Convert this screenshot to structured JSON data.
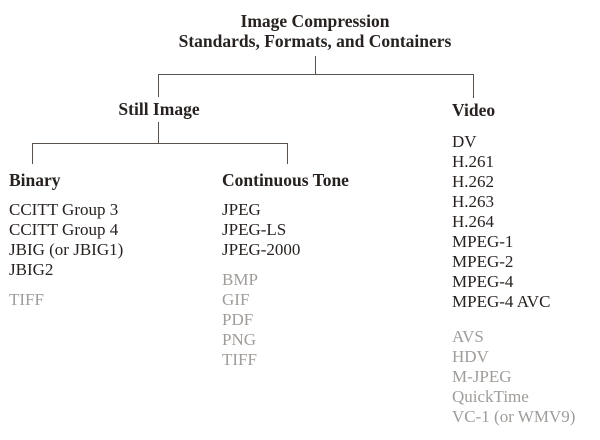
{
  "colors": {
    "text": "#272220",
    "muted": "#a09c99",
    "line": "#58514c",
    "background": "#ffffff"
  },
  "title": {
    "line1": "Image Compression",
    "line2": "Standards, Formats, and Containers"
  },
  "branches": {
    "still_image": {
      "label": "Still Image"
    },
    "video": {
      "label": "Video",
      "standards": [
        "DV",
        "H.261",
        "H.262",
        "H.263",
        "H.264",
        "MPEG-1",
        "MPEG-2",
        "MPEG-4",
        "MPEG-4 AVC"
      ],
      "formats": [
        "AVS",
        "HDV",
        "M-JPEG",
        "QuickTime",
        "VC-1 (or WMV9)"
      ]
    },
    "binary": {
      "label": "Binary",
      "standards": [
        "CCITT Group 3",
        "CCITT Group 4",
        "JBIG (or JBIG1)",
        "JBIG2"
      ],
      "formats": [
        "TIFF"
      ]
    },
    "continuous_tone": {
      "label": "Continuous Tone",
      "standards": [
        "JPEG",
        "JPEG-LS",
        "JPEG-2000"
      ],
      "formats": [
        "BMP",
        "GIF",
        "PDF",
        "PNG",
        "TIFF"
      ]
    }
  }
}
